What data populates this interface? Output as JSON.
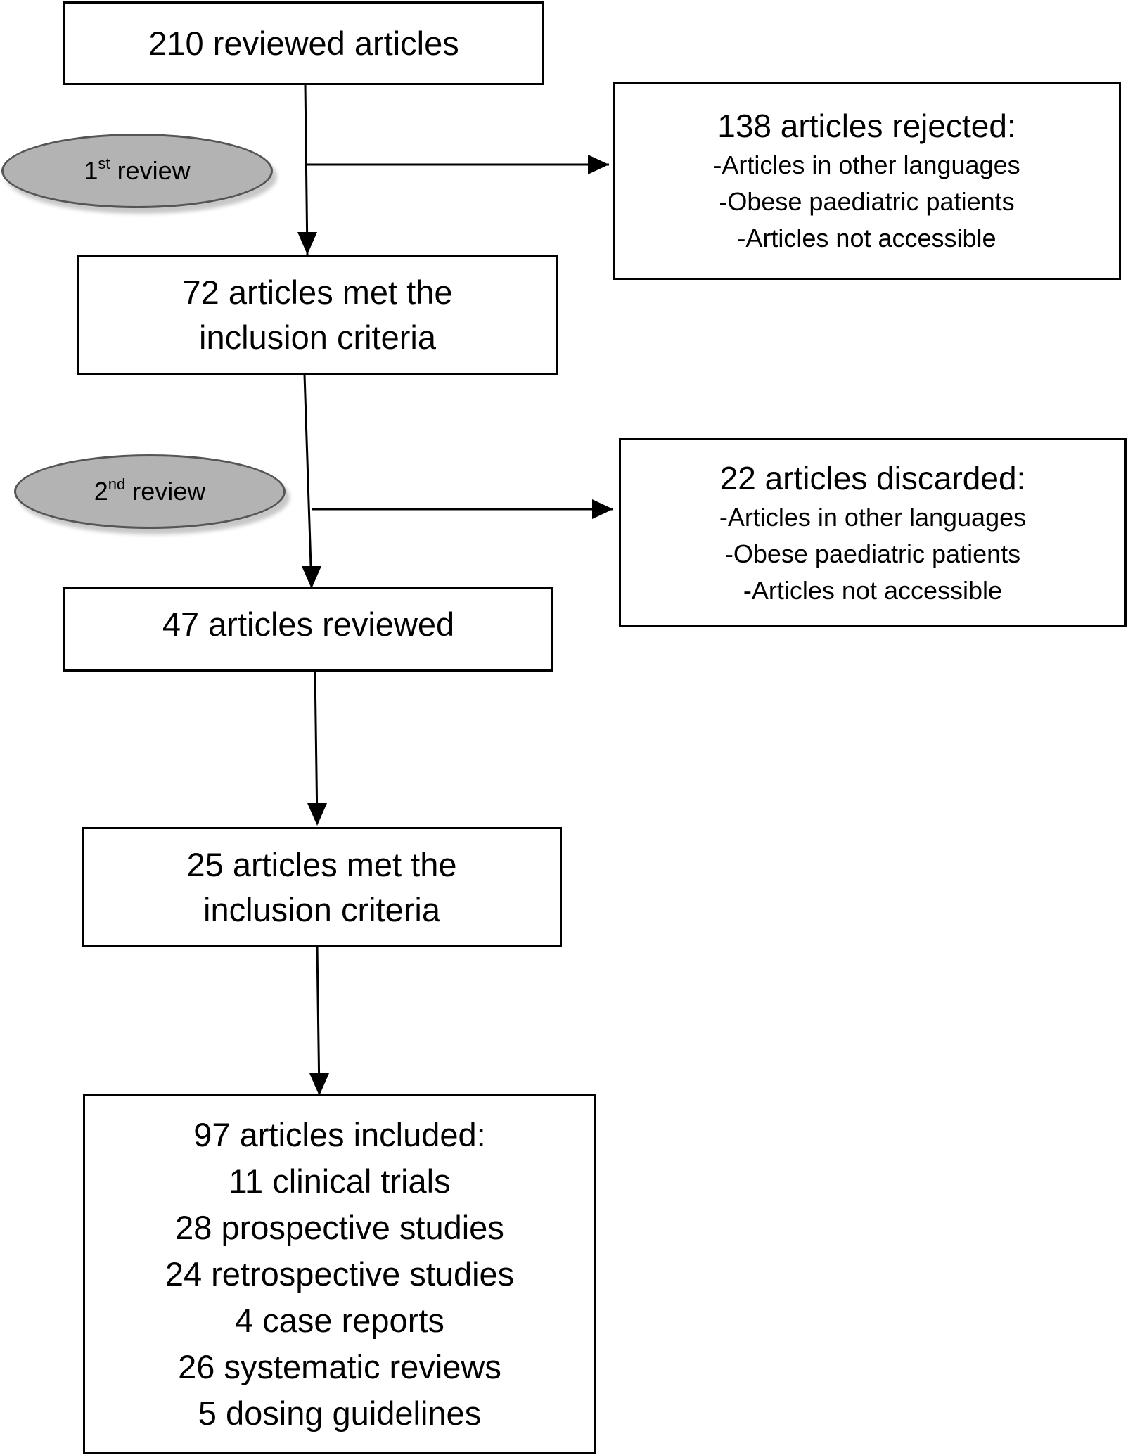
{
  "boxes": {
    "b1": {
      "lines": [
        "210 reviewed articles"
      ]
    },
    "b2": {
      "lines": [
        "72 articles met the",
        "inclusion criteria"
      ]
    },
    "b3": {
      "lines": [
        "47 articles reviewed"
      ]
    },
    "b4": {
      "lines": [
        "25 articles met the",
        "inclusion criteria"
      ]
    },
    "rejected": {
      "title": "138 articles rejected:",
      "items": [
        "-Articles in other languages",
        "-Obese paediatric patients",
        "-Articles not accessible"
      ]
    },
    "discarded": {
      "title": "22 articles discarded:",
      "items": [
        "-Articles in other languages",
        "-Obese paediatric patients",
        "-Articles not accessible"
      ]
    },
    "final": {
      "lines": [
        "97 articles included:",
        "11 clinical trials",
        "28 prospective studies",
        "24 retrospective studies",
        "4 case reports",
        "26 systematic reviews",
        "5 dosing guidelines"
      ]
    }
  },
  "reviews": {
    "first": {
      "num": "1",
      "sup": "st",
      "word": "review"
    },
    "second": {
      "num": "2",
      "sup": "nd",
      "word": "review"
    }
  }
}
